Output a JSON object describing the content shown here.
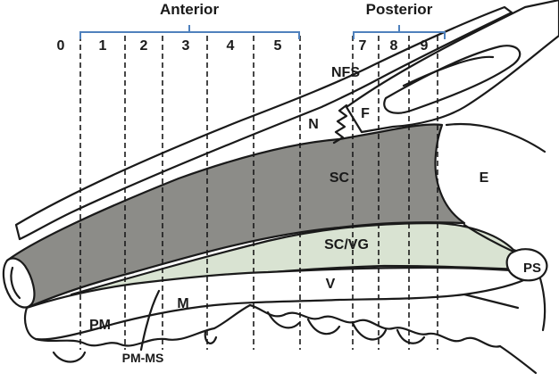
{
  "header": {
    "anterior_label": "Anterior",
    "posterior_label": "Posterior"
  },
  "sections": [
    "0",
    "1",
    "2",
    "3",
    "4",
    "5",
    "7",
    "8",
    "9"
  ],
  "regions": {
    "nfs": "NFS",
    "n": "N",
    "f": "F",
    "sc": "SC",
    "e": "E",
    "scvg": "SC/VG",
    "ps": "PS",
    "v": "V",
    "m": "M",
    "pm": "PM",
    "pmms": "PM-MS"
  },
  "colors": {
    "sc_fill": "#8c8c88",
    "scvg_fill": "#d9e3d2",
    "bracket": "#4f81bd",
    "outline": "#1a1a1a"
  }
}
